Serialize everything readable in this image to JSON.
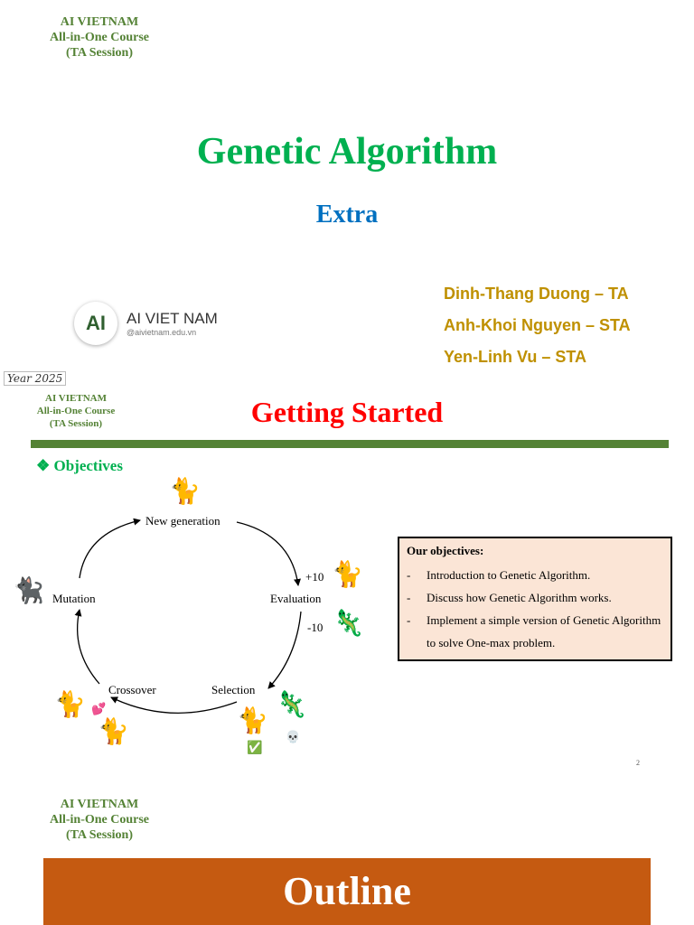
{
  "slide1": {
    "org": {
      "line1": "AI VIETNAM",
      "line2": "All-in-One Course",
      "line3": "(TA Session)"
    },
    "title": "Genetic Algorithm",
    "subtitle": "Extra",
    "logo": {
      "mark": "AI",
      "name": "AI VIET NAM",
      "url": "@aivietnam.edu.vn"
    },
    "authors": [
      "Dinh-Thang Duong – TA",
      "Anh-Khoi Nguyen – STA",
      "Yen-Linh Vu – STA"
    ],
    "year": "Year 2025"
  },
  "slide2": {
    "org": {
      "line1": "AI VIETNAM",
      "line2": "All-in-One Course",
      "line3": "(TA Session)"
    },
    "heading": "Getting Started",
    "objectives_label": "❖ Objectives",
    "cycle": {
      "new_generation": "New generation",
      "evaluation": "Evaluation",
      "selection": "Selection",
      "crossover": "Crossover",
      "mutation": "Mutation",
      "plus_score": "+10",
      "minus_score": "-10"
    },
    "objectives_box": {
      "title": "Our objectives:",
      "dash": "-",
      "items": [
        "Introduction to Genetic Algorithm.",
        "Discuss how Genetic Algorithm works.",
        "Implement a simple version of Genetic Algorithm to solve One-max problem."
      ]
    },
    "page_number": "2"
  },
  "slide3": {
    "org": {
      "line1": "AI VIETNAM",
      "line2": "All-in-One Course",
      "line3": "(TA Session)"
    },
    "heading": "Outline"
  },
  "colors": {
    "green_title": "#00b050",
    "blue_subtitle": "#0070c0",
    "gold_authors": "#bf9000",
    "org_green": "#548235",
    "red_heading": "#ff0000",
    "objectives_box_bg": "#fbe5d6",
    "outline_bar": "#c55a11"
  },
  "icons": [
    "cat-emoji",
    "black-cat-emoji",
    "lizard-emoji",
    "hearts-emoji",
    "check-mark-emoji",
    "skull-emoji"
  ]
}
